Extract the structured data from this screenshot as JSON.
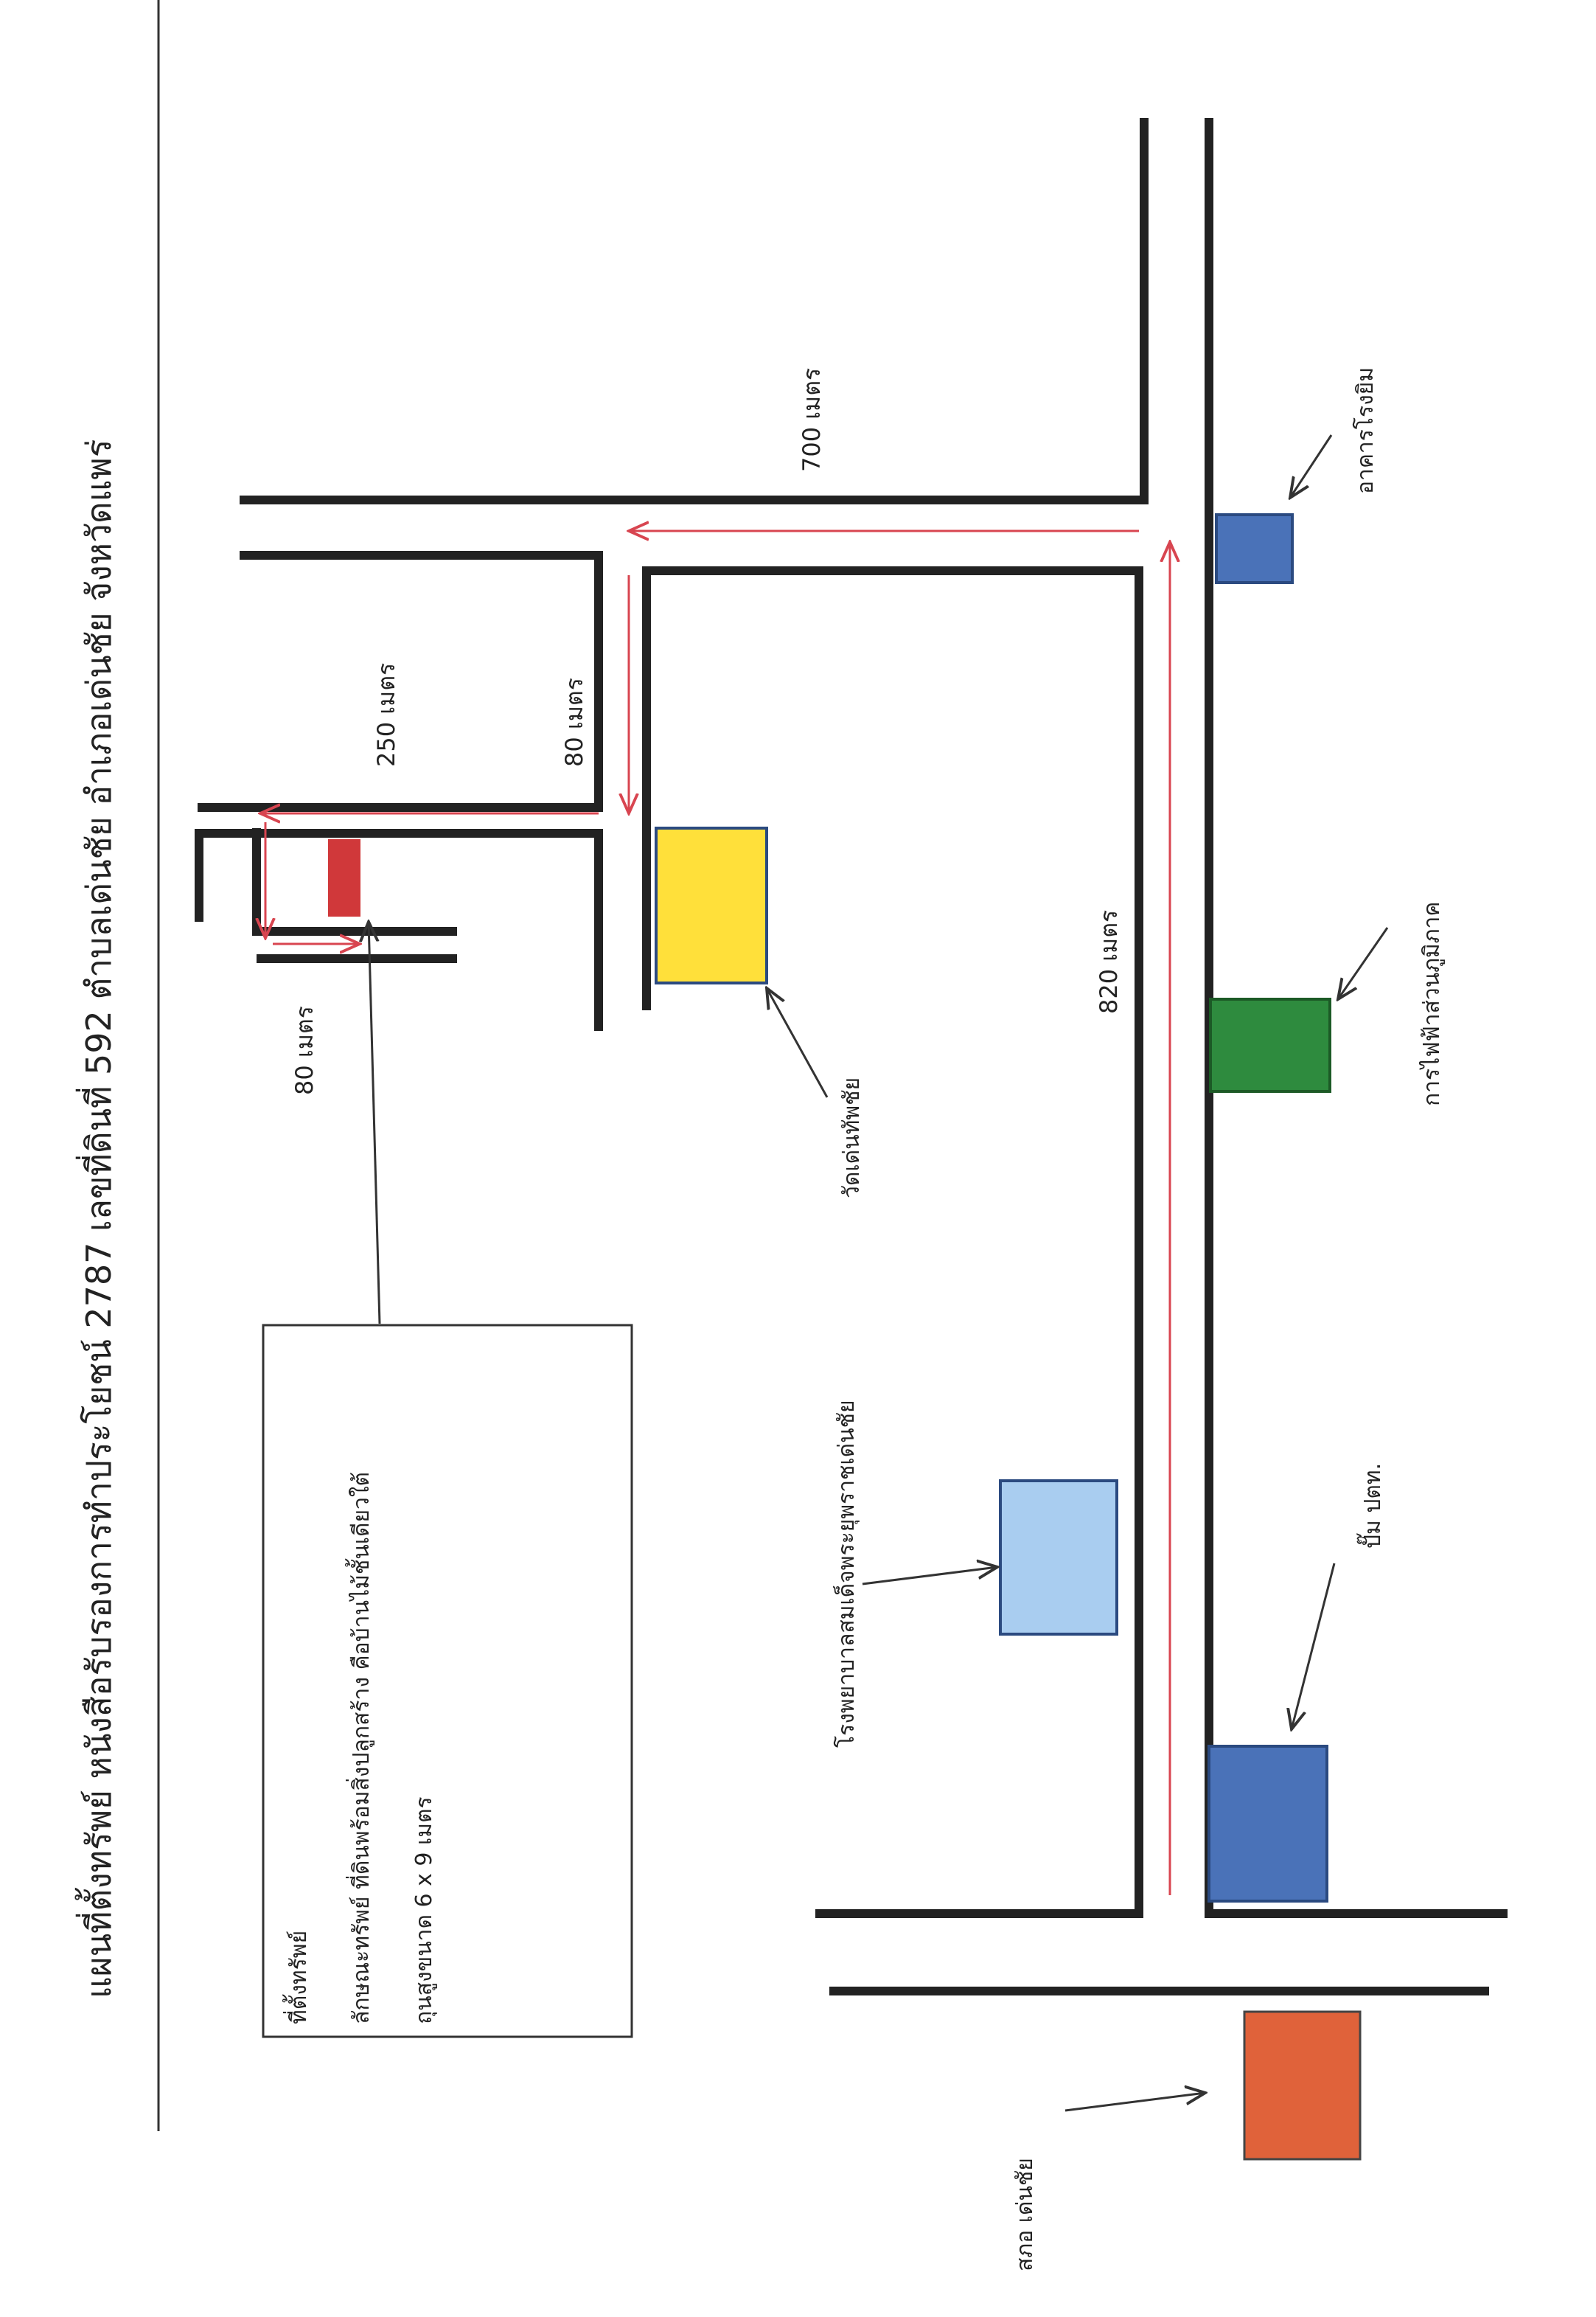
{
  "title": "แผนที่ตั้งทรัพย์ หนังสือรับรองการทำประโยชน์ 2787 เลขที่ดินที่ 592 ตำบลเด่นชัย อำเภอเด่นชัย จังหวัดแพร่",
  "info_box": {
    "heading": "ที่ตั้งทรัพย์",
    "line1": "ลักษณะทรัพย์ ที่ดินพร้อมสิ่งปลูกสร้าง คือบ้านไม้ชั้นเดียวใต้",
    "line2": "ถุนสูงขนาด 6 x 9 เมตร"
  },
  "distances": {
    "d700": "700 เมตร",
    "d250": "250 เมตร",
    "d80_mid": "80 เมตร",
    "d80_left": "80 เมตร",
    "d820": "820 เมตร"
  },
  "landmarks": {
    "gym": {
      "label": "อาคารโรงยิม",
      "color": "#4a72b8"
    },
    "pea": {
      "label": "การไฟฟ้าส่วนภูมิภาค",
      "color": "#2e8b3e"
    },
    "gas": {
      "label": "ปั๊ม ปตท.",
      "color": "#4a72b8"
    },
    "hospital": {
      "label": "โรงพยาบาลสมเด็จพระยุพราชเด่นชัย",
      "color": "#a9cdf0"
    },
    "temple": {
      "label": "วัดเด่นทัพชัย",
      "color": "#ffe03a"
    },
    "police": {
      "label": "สภอ เด่นชัย",
      "color": "#e0623a"
    },
    "property": {
      "color": "#d0383a"
    }
  },
  "colors": {
    "road": "#222222",
    "route": "#d84550",
    "arrow": "#333333"
  }
}
